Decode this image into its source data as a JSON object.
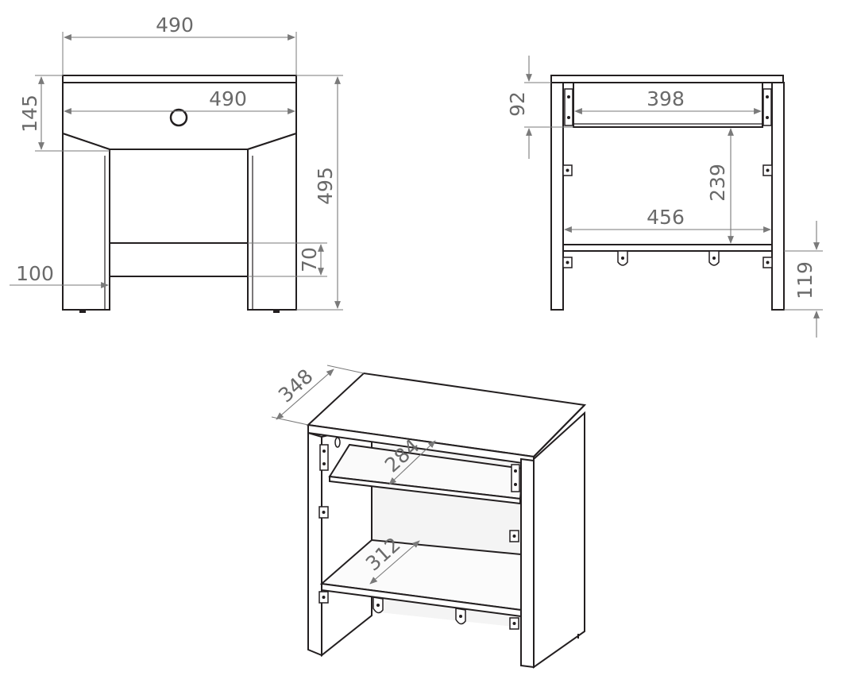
{
  "dimensions": {
    "front_width_top": "490",
    "front_width_inner": "490",
    "front_drawer_height": "145",
    "front_total_height": "495",
    "front_plinth_height": "70",
    "front_side_offset": "100",
    "back_drawer_height": "92",
    "back_drawer_width": "398",
    "back_inner_height": "239",
    "back_inner_width": "456",
    "back_shelf_height": "119",
    "iso_depth": "348",
    "iso_drawer_depth": "284",
    "iso_shelf_depth": "312"
  }
}
